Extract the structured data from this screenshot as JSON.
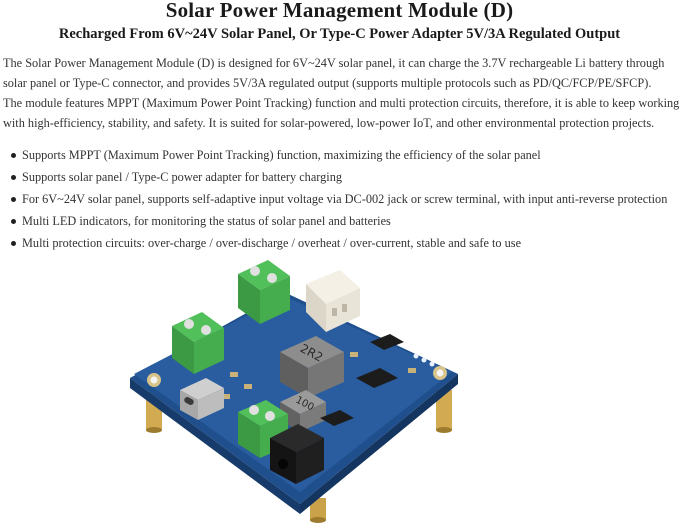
{
  "header": {
    "title": "Solar Power Management Module (D)",
    "subtitle": "Recharged From 6V~24V Solar Panel, Or Type-C Power Adapter 5V/3A Regulated Output"
  },
  "intro": {
    "lines": [
      "The Solar Power Management Module (D) is designed for 6V~24V solar panel, it can charge the 3.7V rechargeable Li battery through",
      "solar panel or Type-C connector, and provides 5V/3A regulated output (supports multiple protocols such as PD/QC/FCP/PE/SFCP).",
      "The module features MPPT (Maximum Power Point Tracking) function and multi protection circuits, therefore, it is able to keep working",
      "with high-efficiency, stability, and safety. It is suited for solar-powered, low-power IoT, and other environmental protection projects."
    ]
  },
  "features": [
    "Supports MPPT (Maximum Power Point Tracking) function, maximizing the efficiency of the solar panel",
    "Supports solar panel / Type-C power adapter for battery charging",
    "For 6V~24V solar panel, supports self-adaptive input voltage via DC-002 jack or screw terminal, with input anti-reverse protection",
    "Multi LED indicators, for monitoring the status of solar panel and batteries",
    "Multi protection circuits: over-charge / over-discharge / overheat / over-current, stable and safe to use"
  ],
  "board": {
    "inductor_marking_1": "2R2",
    "inductor_marking_2": "100",
    "pcb_color": "#2a5d9f",
    "terminal_color": "#3fae49"
  }
}
